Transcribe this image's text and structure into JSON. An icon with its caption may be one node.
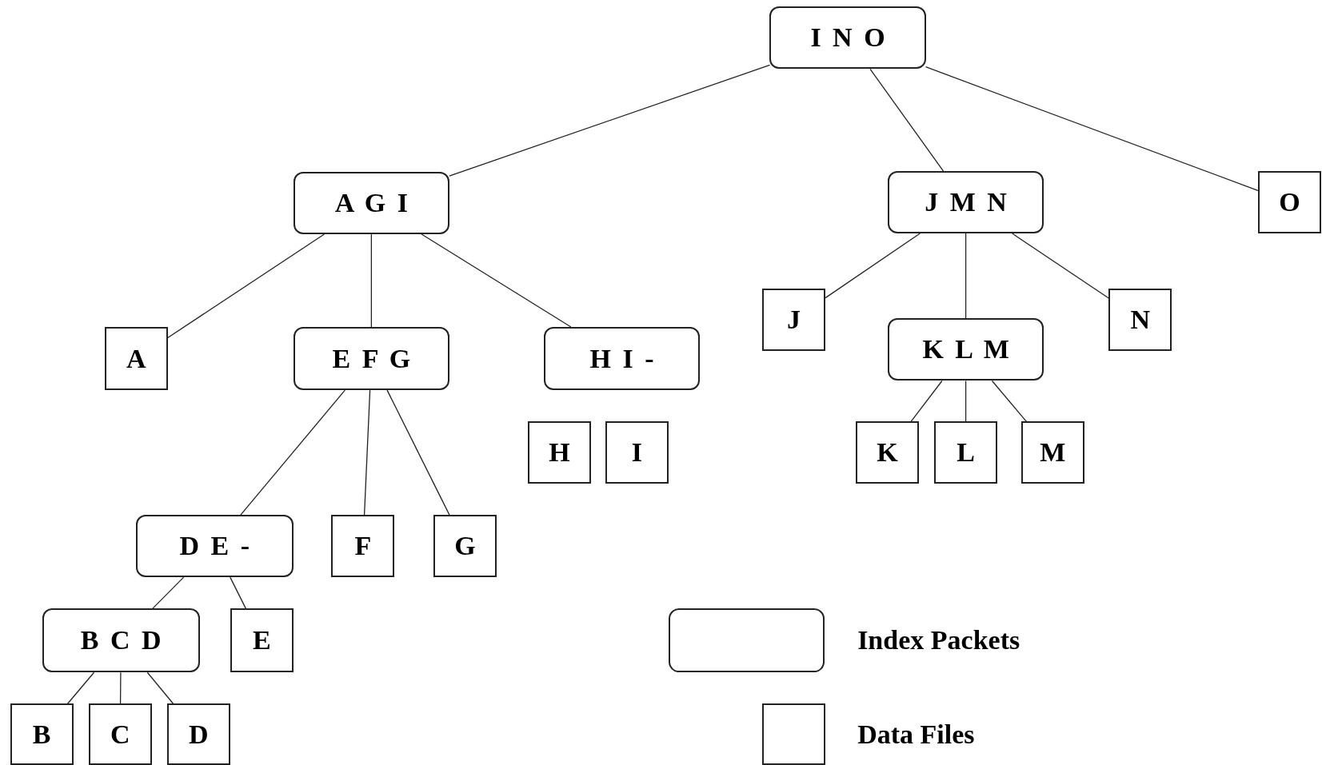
{
  "diagram": {
    "nodes": [
      {
        "text": [
          "I N O"
        ]
      },
      {
        "text": [
          "A G I"
        ]
      },
      {
        "text": [
          "J M N"
        ]
      },
      {
        "text": [
          "O"
        ]
      },
      {
        "text": [
          "A"
        ]
      },
      {
        "text": [
          "E F G"
        ]
      },
      {
        "text": [
          "H I -"
        ]
      },
      {
        "text": [
          "J"
        ]
      },
      {
        "text": [
          "K L M"
        ]
      },
      {
        "text": [
          "N"
        ]
      },
      {
        "text": [
          "H"
        ]
      },
      {
        "text": [
          "I"
        ]
      },
      {
        "text": [
          "K"
        ]
      },
      {
        "text": [
          "L"
        ]
      },
      {
        "text": [
          "M"
        ]
      },
      {
        "text": [
          "D E -"
        ]
      },
      {
        "text": [
          "F"
        ]
      },
      {
        "text": [
          "G"
        ]
      },
      {
        "text": [
          "B C D"
        ]
      },
      {
        "text": [
          "E"
        ]
      },
      {
        "text": [
          "B"
        ]
      },
      {
        "text": [
          "C"
        ]
      },
      {
        "text": [
          "D"
        ]
      }
    ],
    "edges": [
      {
        "from": 0,
        "to": 1,
        "arrow": "none"
      },
      {
        "from": 0,
        "to": 2,
        "arrow": "none"
      },
      {
        "from": 0,
        "to": 3,
        "arrow": "none"
      },
      {
        "from": 1,
        "to": 4,
        "arrow": "none"
      },
      {
        "from": 1,
        "to": 5,
        "arrow": "none"
      },
      {
        "from": 1,
        "to": 6,
        "arrow": "none"
      },
      {
        "from": 2,
        "to": 7,
        "arrow": "none"
      },
      {
        "from": 2,
        "to": 8,
        "arrow": "none"
      },
      {
        "from": 2,
        "to": 9,
        "arrow": "none"
      },
      {
        "from": 8,
        "to": 12,
        "arrow": "none"
      },
      {
        "from": 8,
        "to": 13,
        "arrow": "none"
      },
      {
        "from": 8,
        "to": 14,
        "arrow": "none"
      },
      {
        "from": 5,
        "to": 15,
        "arrow": "none"
      },
      {
        "from": 5,
        "to": 16,
        "arrow": "none"
      },
      {
        "from": 5,
        "to": 17,
        "arrow": "none"
      },
      {
        "from": 15,
        "to": 18,
        "arrow": "none"
      },
      {
        "from": 15,
        "to": 19,
        "arrow": "none"
      },
      {
        "from": 18,
        "to": 20,
        "arrow": "none"
      },
      {
        "from": 18,
        "to": 21,
        "arrow": "none"
      },
      {
        "from": 18,
        "to": 22,
        "arrow": "none"
      }
    ],
    "legend": [
      {
        "text": "Index Packets"
      },
      {
        "text": "Data Files"
      }
    ]
  }
}
